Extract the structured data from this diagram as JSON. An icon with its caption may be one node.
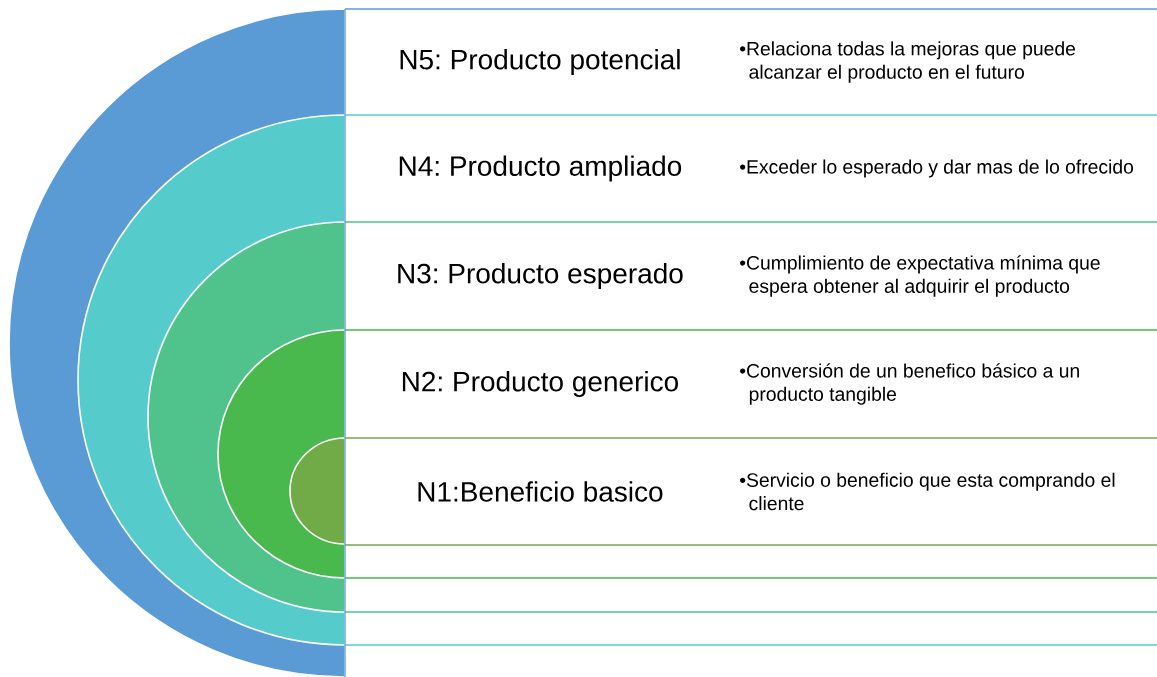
{
  "diagram": {
    "nodes": [
      {
        "text": [
          "N5: Producto potencial",
          "•Relaciona todas la mejoras que puede alcanzar el producto en el futuro"
        ]
      },
      {
        "text": [
          "N4: Producto ampliado",
          "•Exceder lo esperado y dar mas de lo ofrecido"
        ]
      },
      {
        "text": [
          "N3: Producto esperado",
          "•Cumplimiento de expectativa mínima que espera obtener al adquirir el producto"
        ]
      },
      {
        "text": [
          "N2: Producto generico",
          "•Conversión de un benefico básico a un producto tangible"
        ]
      },
      {
        "text": [
          "N1:Beneficio basico",
          "•Servicio o beneficio que esta comprando el cliente"
        ]
      }
    ],
    "edges": []
  }
}
